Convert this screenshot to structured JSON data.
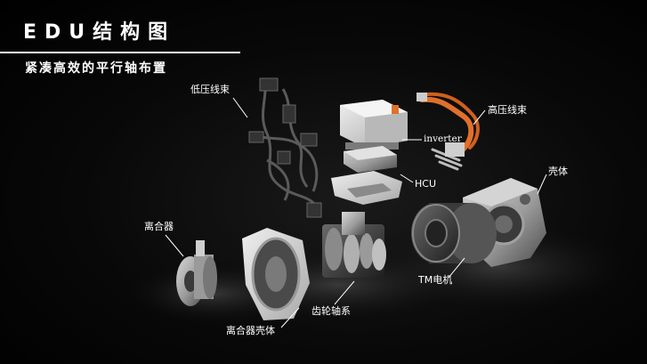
{
  "header": {
    "title": "EDU结构图",
    "subtitle": "紧凑高效的平行轴布置"
  },
  "labels": {
    "low_voltage_harness": "低压线束",
    "high_voltage_harness": "高压线束",
    "inverter": "inverter",
    "hcu": "HCU",
    "housing": "壳体",
    "clutch": "离合器",
    "tm_motor": "TM电机",
    "gear_shaft_system": "齿轮轴系",
    "clutch_housing": "离合器壳体"
  },
  "colors": {
    "background": "#000000",
    "text": "#ffffff",
    "hv_harness": "#e0702a"
  }
}
